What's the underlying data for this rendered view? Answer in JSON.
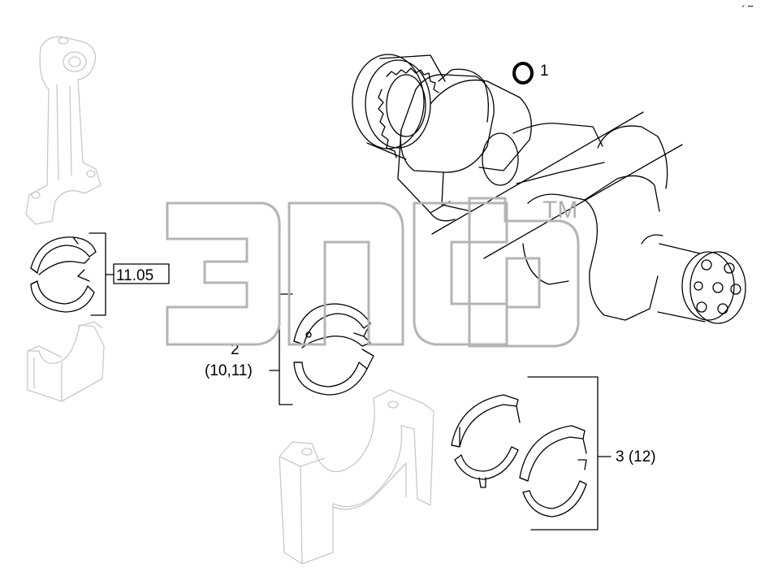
{
  "callouts": {
    "part1": "1",
    "ref": "11.05",
    "part2": "2",
    "part2_sub": "(10,11)",
    "part3": "3 (12)"
  },
  "watermark": {
    "tm": "TM"
  },
  "corner_mark": "•⁻ •••",
  "colors": {
    "ink": "#000000",
    "ghost": "#c8c8c8",
    "watermark": "#b4b4b4"
  }
}
